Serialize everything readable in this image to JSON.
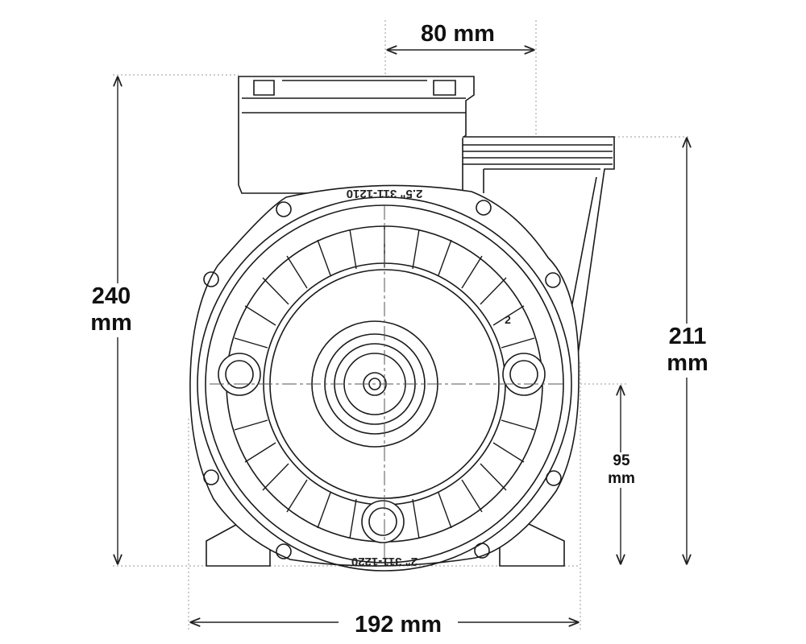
{
  "dimensions": {
    "height_total": {
      "value": "240",
      "unit": "mm"
    },
    "height_to_outlet": {
      "value": "211",
      "unit": "mm"
    },
    "shaft_height": {
      "value": "95",
      "unit": "mm"
    },
    "outlet_offset": {
      "value": "80 mm"
    },
    "width_total": {
      "value": "192 mm"
    }
  },
  "part_markings": {
    "top_flange": "2.5\"  311-1210",
    "bottom_flange": "2\"  311-1220",
    "side_mark": "2"
  }
}
